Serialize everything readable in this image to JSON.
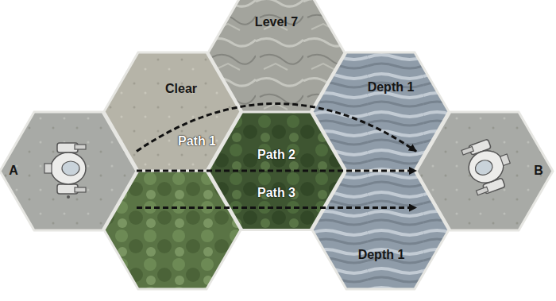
{
  "diagram": {
    "nodes": [
      {
        "text": [
          "Level 7"
        ]
      },
      {
        "text": [
          "Clear"
        ]
      },
      {
        "text": [
          "Depth 1"
        ]
      },
      {
        "text": [
          "A"
        ]
      },
      {
        "text": [
          "B"
        ]
      },
      {
        "text": [
          "Depth 1"
        ]
      }
    ],
    "edges": [
      {
        "from": 3,
        "to": 4,
        "arrow": "to",
        "label": "Path 1"
      },
      {
        "from": 3,
        "to": 4,
        "arrow": "to",
        "label": "Path 2"
      },
      {
        "from": 3,
        "to": 4,
        "arrow": "to",
        "label": "Path 3"
      }
    ]
  }
}
